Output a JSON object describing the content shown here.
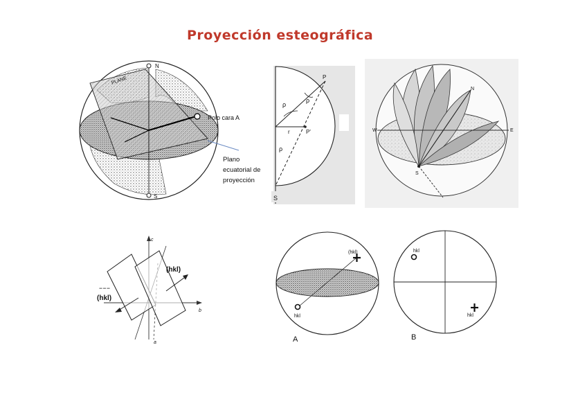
{
  "title": "Proyección esteográfica",
  "figure1": {
    "north": "N",
    "south": "S",
    "pole_label": "Polo cara A",
    "plane_label_line1": "Plano",
    "plane_label_line2": "ecuatorial de",
    "plane_label_line3": "proyección",
    "plan_label": "PLANE"
  },
  "figure2": {
    "p": "P",
    "p_prime": "P'",
    "rho": "ρ",
    "s": "S",
    "r": "r"
  },
  "figure3": {
    "n": "N",
    "s": "S",
    "w": "W",
    "e": "E"
  },
  "figure4": {
    "c": "c",
    "b": "b",
    "a": "a",
    "hkl": "(hkl)",
    "hkl_bar": "(hkl)",
    "bar_mark": "‾ ‾ ‾"
  },
  "figure5": {
    "hkl_top": "(hkl)",
    "hkl_bottom": "hkl",
    "caption": "A"
  },
  "figure6": {
    "hkl_top": "hkl",
    "hkl_bottom": "hkl",
    "caption": "B"
  }
}
